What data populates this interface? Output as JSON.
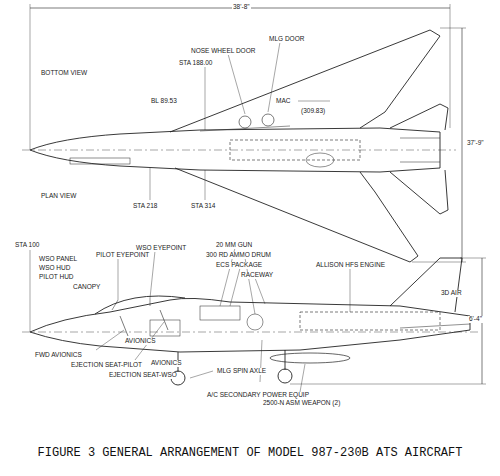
{
  "diagram": {
    "caption": "FIGURE 3  GENERAL ARRANGEMENT OF MODEL 987-230B ATS AIRCRAFT",
    "labels": [
      "38'-8\"",
      "BOTTOM VIEW",
      "NOSE WHEEL DOOR",
      "MLG DOOR",
      "STA 188.00",
      "BL 89.53",
      "MAC",
      "(309.83)",
      "PLAN VIEW",
      "STA 218",
      "STA 314",
      "37'-9\"",
      "STA 100",
      "WSO PANEL",
      "WSO HUD",
      "PILOT HUD",
      "CANOPY",
      "PILOT EYEPOINT",
      "WSO EYEPOINT",
      "20 MM GUN",
      "300 RD AMMO DRUM",
      "ECS PACKAGE",
      "RACEWAY",
      "ALLISON HFS ENGINE",
      "3D AIR",
      "6'-4\"",
      "FWD AVIONICS",
      "EJECTION SEAT-PILOT",
      "EJECTION SEAT-WSO",
      "AVIONICS",
      "AVIONICS",
      "MLG SPIN AXLE",
      "A/C SECONDARY POWER EQUIP",
      "2500-N ASM WEAPON (2)"
    ]
  }
}
